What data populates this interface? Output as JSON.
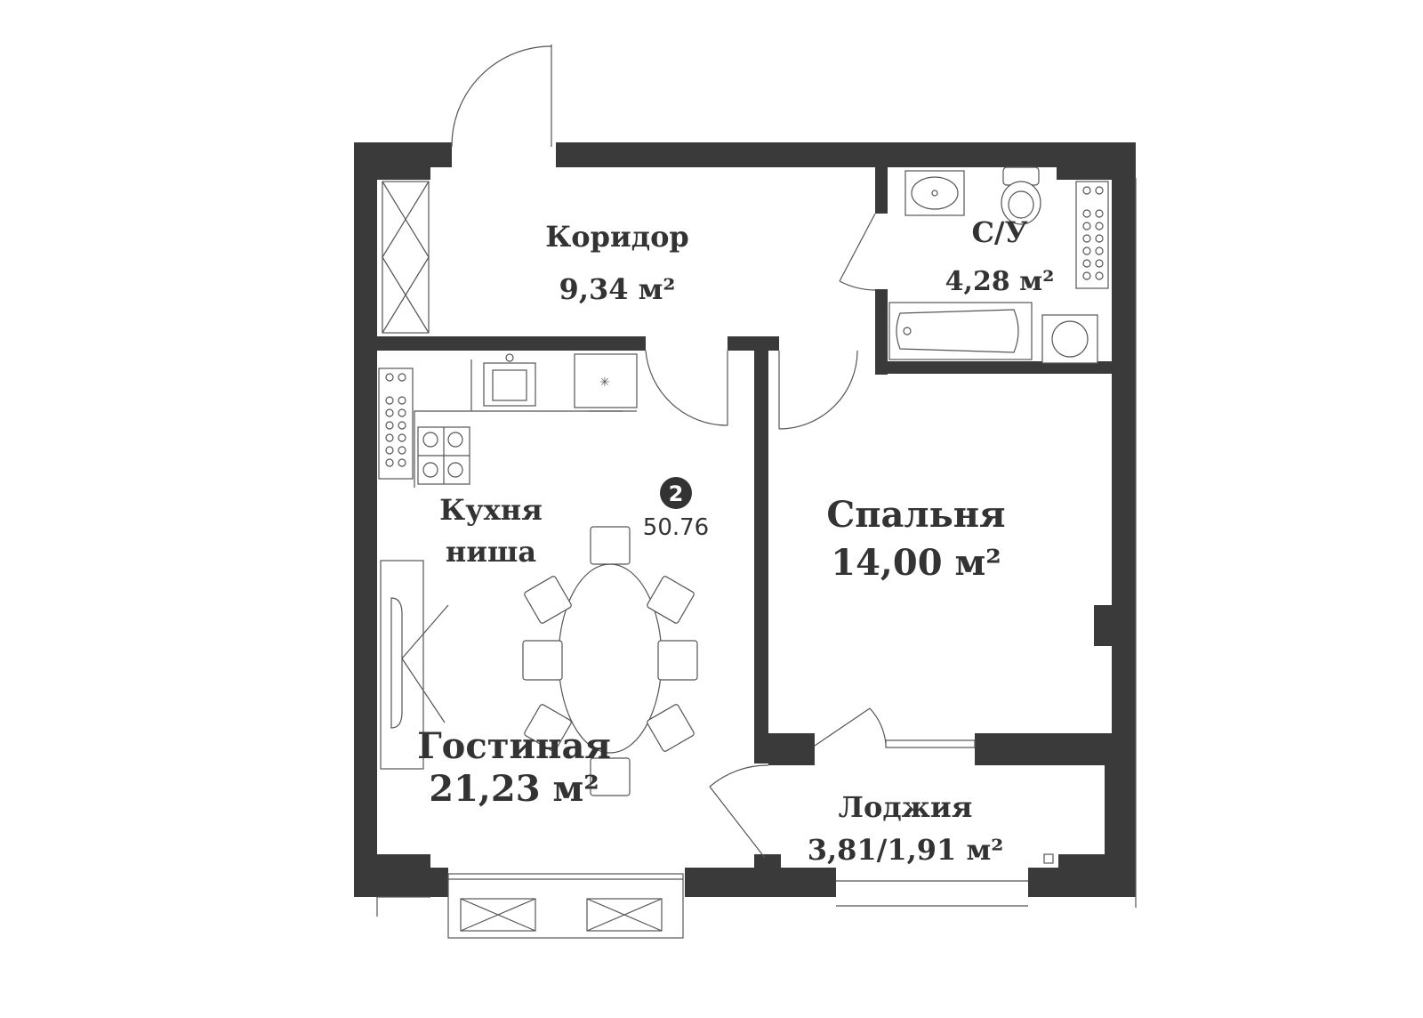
{
  "unit": {
    "number": "2",
    "total_area": "50.76"
  },
  "rooms": {
    "corridor": {
      "name": "Коридор",
      "area": "9,34 м²"
    },
    "bathroom": {
      "name": "С/У",
      "area": "4,28 м²"
    },
    "bedroom": {
      "name": "Спальня",
      "area": "14,00 м²"
    },
    "kitchen": {
      "name_line1": "Кухня",
      "name_line2": "ниша"
    },
    "living": {
      "name": "Гостиная",
      "area": "21,23 м²"
    },
    "loggia": {
      "name": "Лоджия",
      "area": "3,81/1,91 м²"
    }
  },
  "colors": {
    "wall": "#3a3a3a",
    "line": "#555555",
    "background": "#ffffff"
  }
}
